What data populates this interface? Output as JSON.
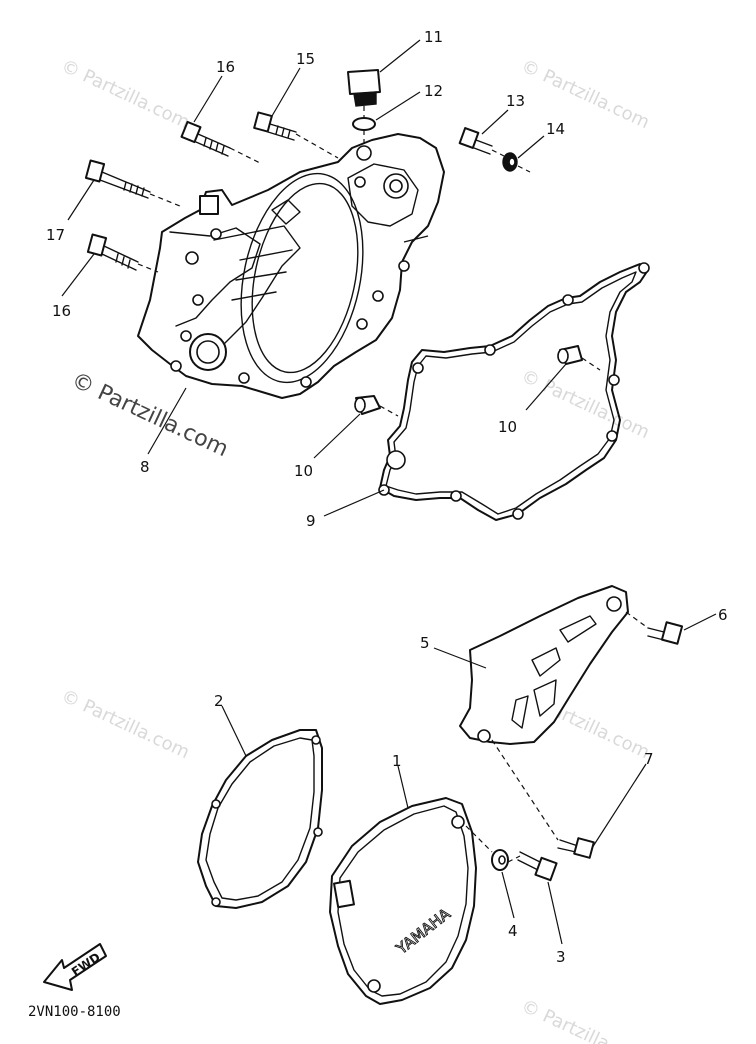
{
  "diagram": {
    "part_number": "2VN100-8100",
    "forward_label": "FWD",
    "cover_emblem": "YAMAHA",
    "watermark": "© Partzilla.com",
    "callouts": {
      "c1": "1",
      "c2": "2",
      "c3": "3",
      "c4": "4",
      "c5": "5",
      "c6": "6",
      "c7": "7",
      "c8": "8",
      "c9": "9",
      "c10a": "10",
      "c10b": "10",
      "c11": "11",
      "c12": "12",
      "c13": "13",
      "c14": "14",
      "c15": "15",
      "c16a": "16",
      "c16b": "16",
      "c17": "17"
    }
  }
}
